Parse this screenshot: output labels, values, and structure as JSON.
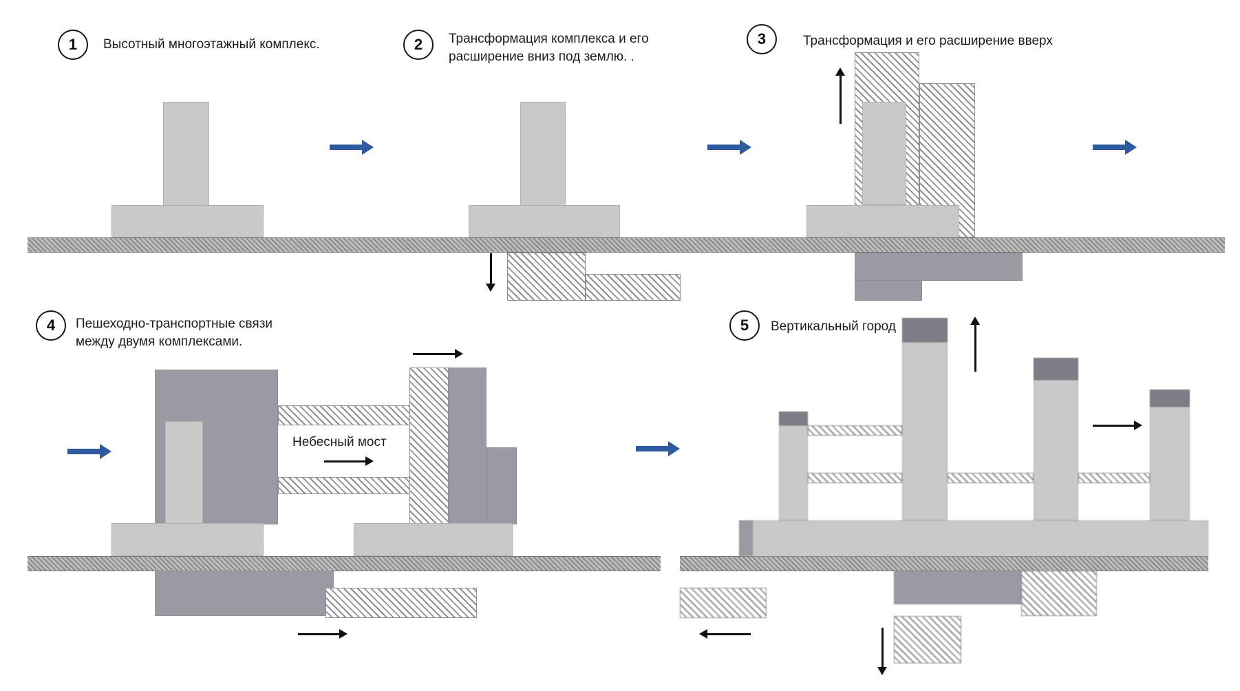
{
  "diagram": {
    "type": "process-diagram",
    "language": "ru",
    "steps": [
      {
        "number": "1",
        "label": "Высотный многоэтажный комплекс."
      },
      {
        "number": "2",
        "label": "Трансформация комплекса и его расширение вниз под землю. ."
      },
      {
        "number": "3",
        "label": "Трансформация и его расширение вверх"
      },
      {
        "number": "4",
        "label": "Пешеходно-транспортные связи между двумя комплексами."
      },
      {
        "number": "5",
        "label": "Вертикальный город"
      }
    ],
    "annotations": {
      "sky_bridge": "Небесный мост"
    }
  },
  "colors": {
    "accent": "#2e5aa0",
    "building-light": "#c9c9c9",
    "building-mid": "#9a9aa2",
    "building-dark": "#7d7d86",
    "arrow-black": "#111111"
  }
}
